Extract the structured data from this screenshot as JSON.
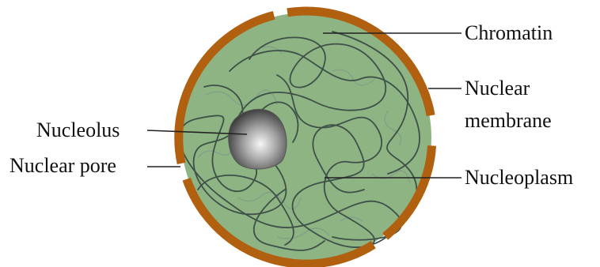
{
  "labels": {
    "chromatin": "Chromatin",
    "nuclear_membrane_line1": "Nuclear",
    "nuclear_membrane_line2": "membrane",
    "nucleolus": "Nucleolus",
    "nuclear_pore": "Nuclear pore",
    "nucleoplasm": "Nucleoplasm"
  },
  "colors": {
    "membrane": "#b0600f",
    "nucleoplasm": "#8eb483",
    "chromatin": "#3e5048",
    "chromatin_faint": "#7d988a",
    "nucleolus_light": "#f4f4f4",
    "nucleolus_dark": "#3a3a3a",
    "leader_line": "#222222"
  }
}
